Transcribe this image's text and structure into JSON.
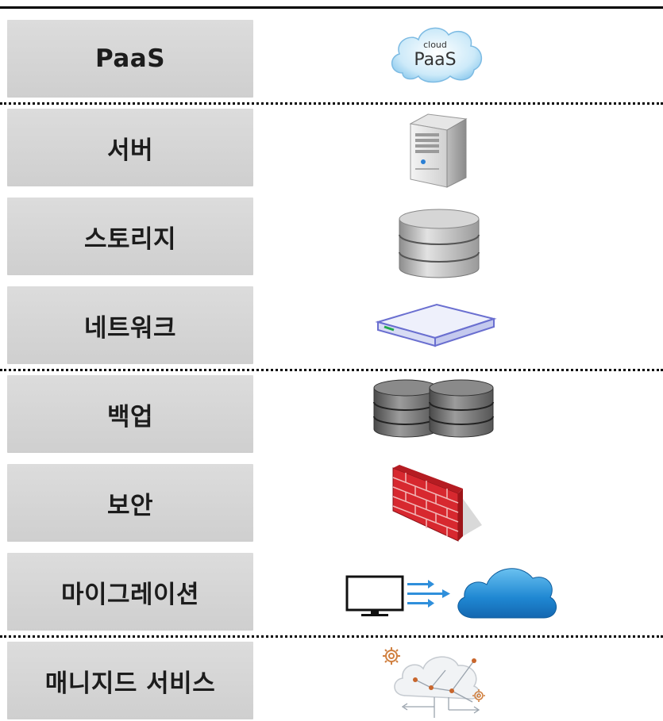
{
  "rows": [
    {
      "label": "PaaS",
      "icon": "cloud-paas-icon",
      "icon_text_small": "cloud",
      "icon_text_big": "PaaS"
    },
    {
      "label": "서버",
      "icon": "server-tower-icon"
    },
    {
      "label": "스토리지",
      "icon": "storage-database-icon"
    },
    {
      "label": "네트워크",
      "icon": "network-device-icon"
    },
    {
      "label": "백업",
      "icon": "backup-databases-icon"
    },
    {
      "label": "보안",
      "icon": "firewall-brick-wall-icon"
    },
    {
      "label": "마이그레이션",
      "icon": "migration-monitor-to-cloud-icon"
    },
    {
      "label": "매니지드 서비스",
      "icon": "managed-service-cloud-gears-icon"
    }
  ],
  "colors": {
    "box": "#d4d4d4",
    "text": "#1c1c1c",
    "cloud_light": "#bfe3f7",
    "cloud_blue": "#1e86d0",
    "brick": "#c8232c",
    "db_silver": "#b5b5b5",
    "db_dark": "#666666"
  }
}
